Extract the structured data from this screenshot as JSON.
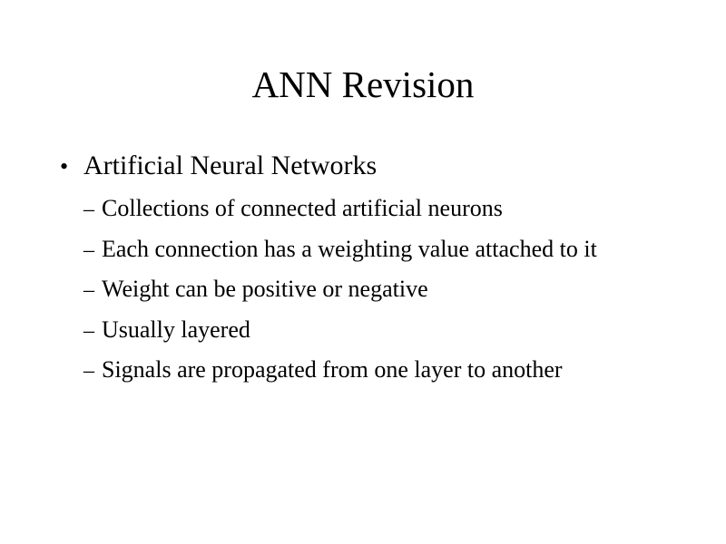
{
  "slide": {
    "title": "ANN Revision",
    "colors": {
      "background": "#ffffff",
      "text": "#000000"
    },
    "markers": {
      "level1": "•",
      "level2": "–"
    },
    "bullets": [
      {
        "label": "Artificial Neural Networks",
        "sub": [
          "Collections of connected artificial neurons",
          "Each connection has a weighting value attached to it",
          "Weight can be positive or negative",
          "Usually layered",
          "Signals are propagated from one layer to another"
        ]
      }
    ]
  }
}
